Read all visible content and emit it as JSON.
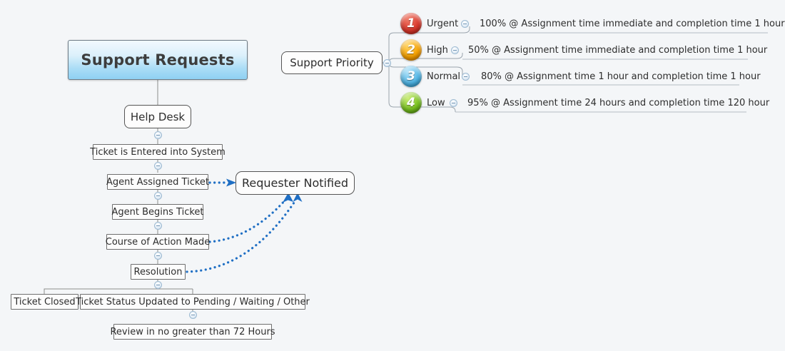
{
  "diagram": {
    "title": "Support Requests",
    "background_color": "#f4f6f8",
    "accent_color": "#1f6fc4",
    "root": {
      "label": "Support Requests"
    },
    "flow_nodes": [
      {
        "id": "help-desk",
        "label": "Help Desk"
      },
      {
        "id": "ticket-entered",
        "label": "Ticket is Entered into System"
      },
      {
        "id": "agent-assigned",
        "label": "Agent Assigned Ticket"
      },
      {
        "id": "agent-begins",
        "label": "Agent Begins Ticket"
      },
      {
        "id": "course-of-action",
        "label": "Course of Action Made"
      },
      {
        "id": "resolution",
        "label": "Resolution"
      },
      {
        "id": "ticket-closed",
        "label": "Ticket Closed"
      },
      {
        "id": "status-updated",
        "label": "Ticket Status Updated to Pending / Waiting / Other"
      },
      {
        "id": "review-72",
        "label": "Review in no greater than 72 Hours"
      }
    ],
    "requester_notified": {
      "label": "Requester Notified"
    },
    "support_priority": {
      "label": "Support Priority"
    },
    "priorities": [
      {
        "number": "1",
        "label": "Urgent",
        "color": "#d8372b",
        "description": "100% @ Assignment time  immediate and completion time 1 hour"
      },
      {
        "number": "2",
        "label": "High",
        "color": "#f5a000",
        "description": "50% @ Assignment time immediate and completion time 1 hour"
      },
      {
        "number": "3",
        "label": "Normal",
        "color": "#4fb4e4",
        "description": "80% @ Assignment time 1 hour and completion time 1 hour"
      },
      {
        "number": "4",
        "label": "Low",
        "color": "#76bf1f",
        "description": "95% @ Assignment time 24 hours and completion time 120 hour"
      }
    ]
  }
}
